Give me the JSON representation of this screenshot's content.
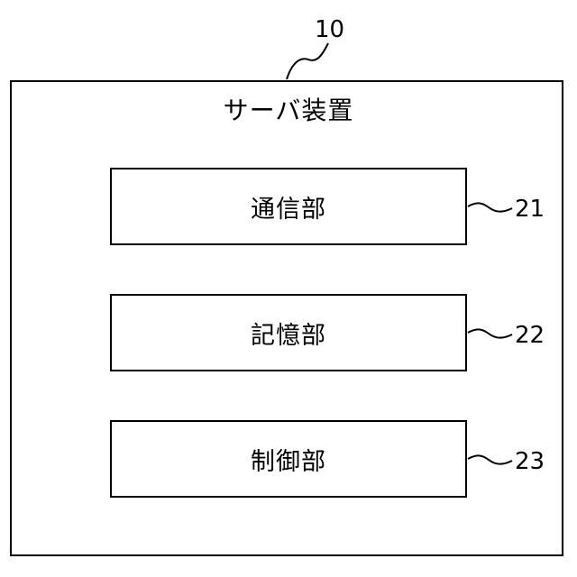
{
  "device": {
    "reference": "10",
    "title": "サーバ装置"
  },
  "modules": [
    {
      "label": "通信部",
      "reference": "21"
    },
    {
      "label": "記憶部",
      "reference": "22"
    },
    {
      "label": "制御部",
      "reference": "23"
    }
  ],
  "colors": {
    "line": "#000000",
    "background": "#ffffff"
  }
}
